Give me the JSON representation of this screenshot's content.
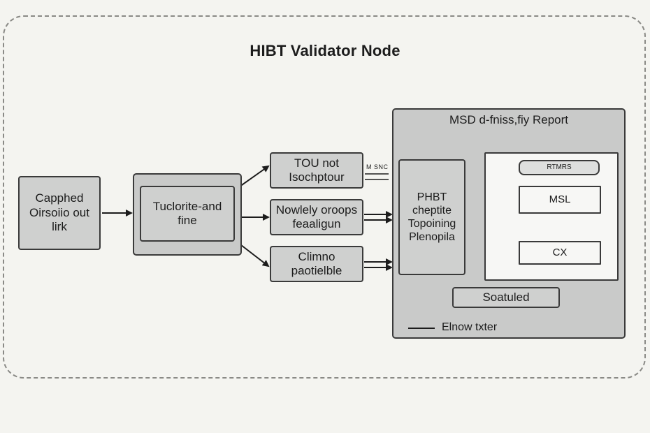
{
  "title": "HIBT Validator Node",
  "nodes": {
    "input": [
      "Capphed",
      "Oirsoiio out",
      "lirk"
    ],
    "process": [
      "Tuclorite-and",
      "fine"
    ],
    "out_top": [
      "TOU not",
      "Isochptour"
    ],
    "out_mid": [
      "Nowlely oroops",
      "feaaligun"
    ],
    "out_bot": [
      "Climno",
      "paotielble"
    ]
  },
  "tag_label": "M SNC",
  "report": {
    "title": "MSD d-fniss,fiy Report",
    "left_panel": [
      "PHBT",
      "cheptite",
      "Topoining",
      "Plenopila"
    ],
    "chips": [
      "RTMRS",
      "MSL",
      "CX"
    ],
    "status": "Soatuled",
    "legend": "Elnow txter"
  }
}
